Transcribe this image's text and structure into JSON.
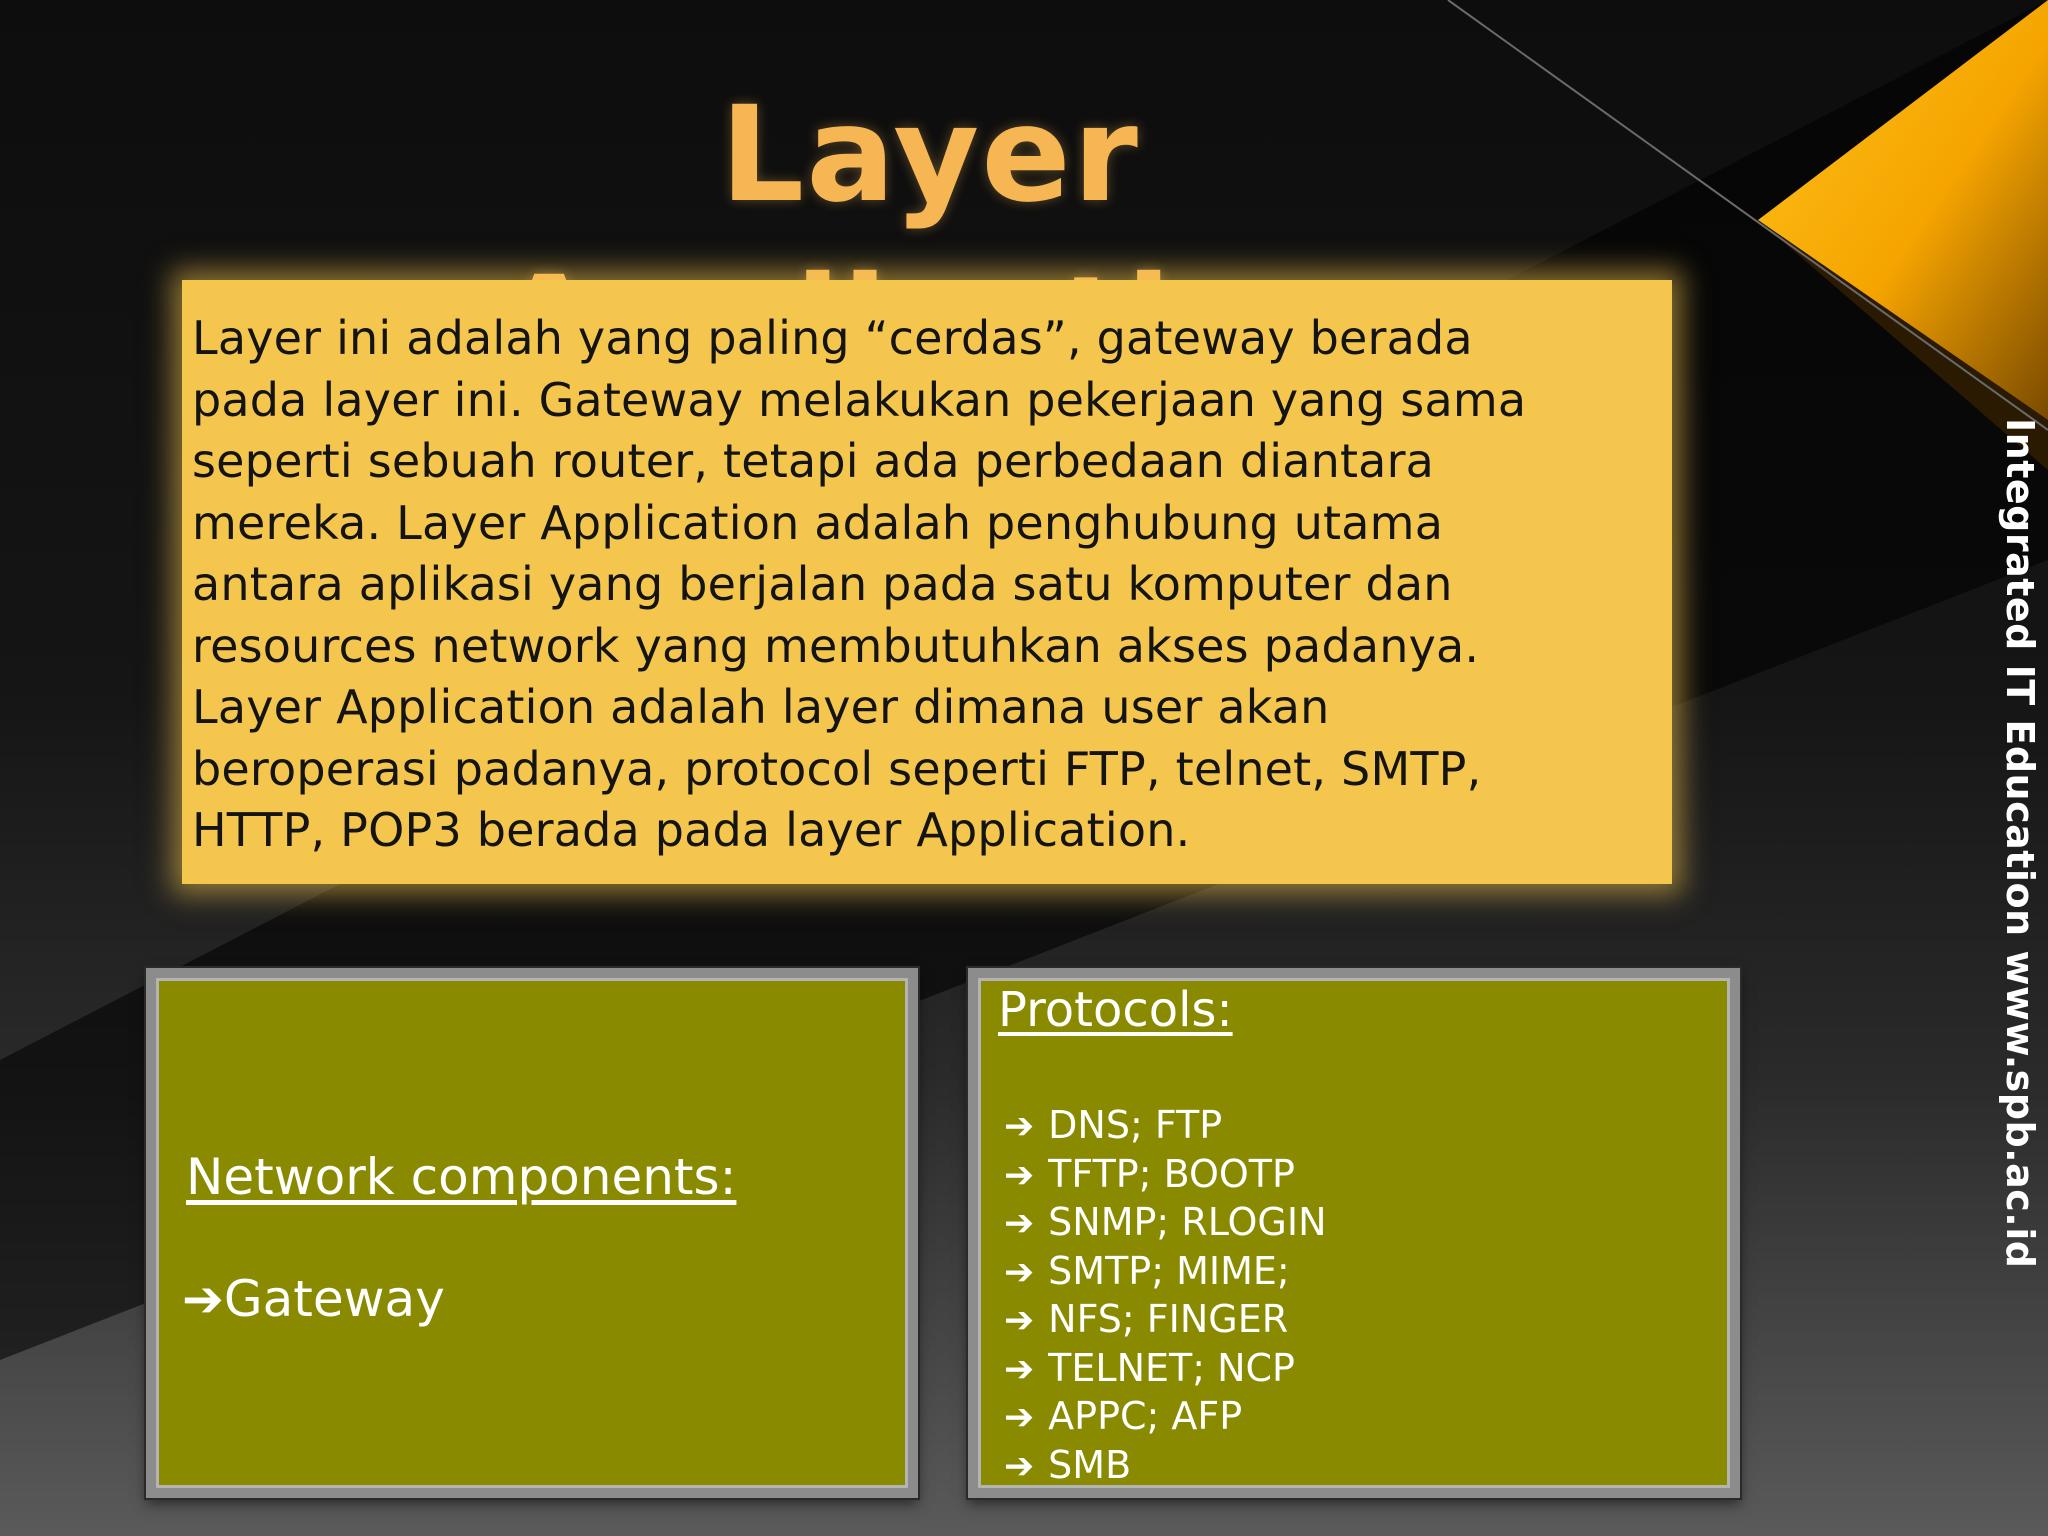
{
  "slide": {
    "title": "Layer Application",
    "intro": {
      "lines": [
        "Layer ini adalah yang paling “cerdas”, gateway berada",
        "pada layer ini. Gateway melakukan pekerjaan yang sama",
        "seperti sebuah router, tetapi ada perbedaan diantara",
        "mereka. Layer Application adalah penghubung utama",
        "antara aplikasi yang berjalan pada satu komputer dan",
        "resources network yang membutuhkan akses padanya.",
        "Layer Application adalah layer dimana user akan",
        "beroperasi padanya, protocol seperti FTP, telnet, SMTP,",
        "HTTP, POP3 berada pada layer Application."
      ]
    },
    "network_components": {
      "heading": "Network components:",
      "items": [
        "Gateway"
      ]
    },
    "protocols": {
      "heading": "Protocols:",
      "items": [
        "DNS; FTP",
        "TFTP; BOOTP",
        "SNMP; RLOGIN",
        "SMTP; MIME;",
        "NFS; FINGER",
        "TELNET; NCP",
        "APPC; AFP",
        "SMB"
      ]
    },
    "side_text": "Integrated IT Education www.spb.ac.id",
    "arrow_glyph": "➔",
    "colors": {
      "title": "#f6b654",
      "intro_box": "#f5c64e",
      "green_box": "#8a8a00",
      "accent_orange": "#f5a400"
    }
  }
}
